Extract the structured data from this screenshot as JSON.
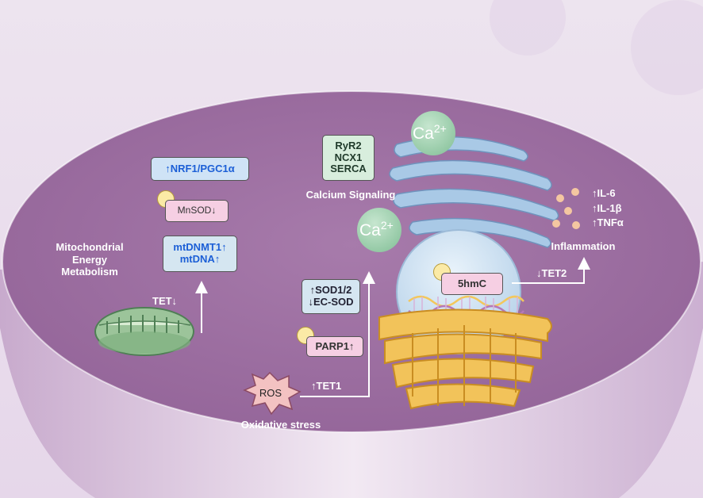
{
  "labels": {
    "mito_energy": "Mitochondrial Energy Metabolism",
    "tet_down": "TET↓",
    "calcium_signaling": "Calcium Signaling",
    "inflammation": "Inflammation",
    "oxidative_stress": "Oxidative stress",
    "tet1_up": "↑TET1",
    "tet2_down": "↓TET2"
  },
  "boxes": {
    "nrf1": "↑NRF1/PGC1α",
    "mnsod": "MnSOD↓",
    "mtdnmt1": "mtDNMT1↑",
    "mtdna": "mtDNA↑",
    "ryr2": "RyR2",
    "ncx1": "NCX1",
    "serca": "SERCA",
    "sod12": "↑SOD1/2",
    "ecsod": "↓EC-SOD",
    "parp1": "PARP1↑",
    "hmc5": "5hmC",
    "ros": "ROS"
  },
  "calcium": {
    "ion": "Ca",
    "charge": "2+"
  },
  "cytokines": [
    "↑IL-6",
    "↑IL-1β",
    "↑TNFα"
  ]
}
